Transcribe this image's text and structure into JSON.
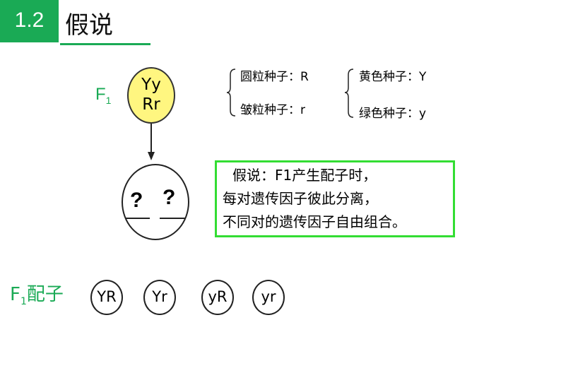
{
  "header": {
    "section": "1.2",
    "title": "假说"
  },
  "parent": {
    "label_main": "F",
    "label_sub": "1",
    "genotype_line1": "Yy",
    "genotype_line2": "Rr"
  },
  "traits": {
    "shape": [
      "圆粒种子：R",
      "皱粒种子：r"
    ],
    "color": [
      "黄色种子：Y",
      "绿色种子：y"
    ]
  },
  "gamete_diagram": {
    "question_left": "?",
    "question_right": "?"
  },
  "hypothesis": {
    "accent_color": "#33dd33",
    "lines": [
      "假说：F1产生配子时，",
      "每对遗传因子彼此分离，",
      "不同对的遗传因子自由组合。"
    ]
  },
  "gametes": {
    "label_main": "F",
    "label_sub": "1",
    "label_suffix": "配子",
    "items": [
      "YR",
      "Yr",
      "yR",
      "yr"
    ]
  },
  "colors": {
    "brand": "#1aaa55",
    "parent_fill": "#fff680"
  }
}
